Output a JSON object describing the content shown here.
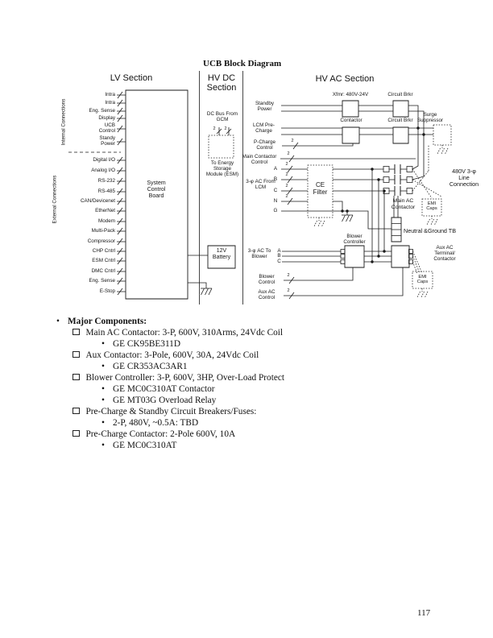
{
  "page": {
    "title": "UCB Block Diagram",
    "page_number": "117"
  },
  "bus2": "2",
  "bullet": "•",
  "sections": {
    "lv": "LV Section",
    "hvdc": "HV DC Section",
    "hvac": "HV AC Section"
  },
  "lv": {
    "internal_group": "Internal Connections",
    "external_group": "External Connections",
    "internal_ports": [
      "Intra",
      "Intra",
      "Eng. Sense",
      "Display",
      "UCB Control",
      "Standy Power"
    ],
    "external_ports": [
      "Digital I/O",
      "Analog I/O",
      "RS-232",
      "RS-485",
      "CAN/Devicenet",
      "EtherNet",
      "Modem",
      "Multi-Pack",
      "Compressor",
      "CHP Cntrl",
      "ESM Cntrl",
      "DMC Cntrl",
      "Eng. Sense",
      "E-Stop"
    ],
    "board": "System Control Board",
    "battery": "12V Battery"
  },
  "hvdc": {
    "dc_bus": "DC Bus From GCM",
    "esm": "To Energy Storage Module (ESM)"
  },
  "hvac": {
    "standby": "Standby Power",
    "lcm_precharge": "LCM Pre-Charge",
    "pcharge_control": "P-Charge Control",
    "main_contactor_control": "Main Contactor Control",
    "from_lcm": "3-φ AC From LCM",
    "phases": [
      "A",
      "B",
      "C",
      "N",
      "G"
    ],
    "xfmr": "Xfmr: 480V-24V",
    "circuit_brkr": "Circuit Brkr",
    "contactor": "Contactor",
    "surge_suppressor": "Surge Suppressor",
    "ce_filter": "CE Filter",
    "line_connection": "480V 3-φ Line Connection",
    "main_ac_contactor": "Main AC Contactor",
    "emi_caps": "EMI Caps",
    "neutral_ground_tb": "Neutral &Ground TB",
    "blower_controller": "Blower Controller",
    "aux_terminal": "Aux AC Terminal/ Contactor",
    "to_blower": "3-φ AC To Blower",
    "blower_control": "Blower Control",
    "aux_control": "Aux AC Control"
  },
  "components": {
    "heading": "Major Components:",
    "items": [
      {
        "text": "Main AC Contactor: 3-P, 600V, 310Arms, 24Vdc Coil",
        "subs": [
          "GE CK95BE311D"
        ]
      },
      {
        "text": "Aux Contactor: 3-Pole, 600V, 30A, 24Vdc Coil",
        "subs": [
          "GE CR353AC3AR1"
        ]
      },
      {
        "text": "Blower Controller: 3-P, 600V, 3HP, Over-Load Protect",
        "subs": [
          "GE MC0C310AT Contactor",
          "GE MT03G Overload Relay"
        ]
      },
      {
        "text": "Pre-Charge & Standby Circuit Breakers/Fuses:",
        "subs": [
          "2-P, 480V, ~0.5A: TBD"
        ]
      },
      {
        "text": "Pre-Charge Contactor: 2-Pole 600V, 10A",
        "subs": [
          "GE MC0C310AT"
        ]
      }
    ]
  }
}
